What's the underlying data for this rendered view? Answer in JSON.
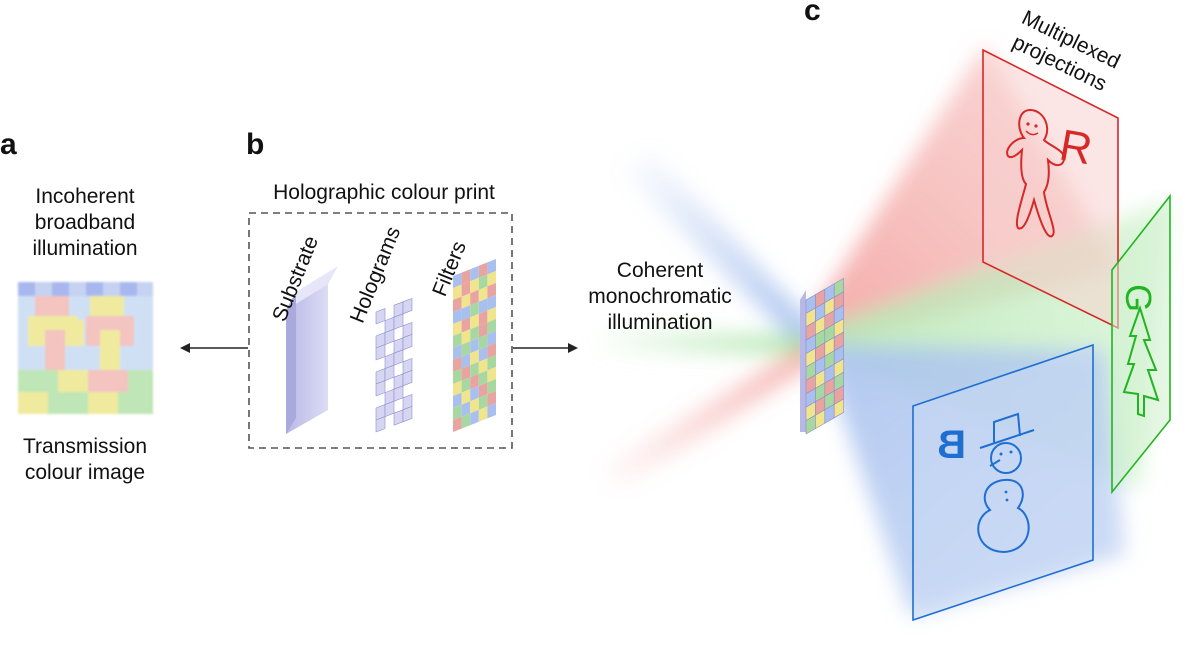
{
  "panels": {
    "a": "a",
    "b": "b",
    "c": "c"
  },
  "panel_a": {
    "top_label": [
      "Incoherent",
      "broadband",
      "illumination"
    ],
    "bottom_label": [
      "Transmission",
      "colour image"
    ]
  },
  "panel_b": {
    "title": "Holographic colour print",
    "layers": [
      "Substrate",
      "Holograms",
      "Filters"
    ]
  },
  "panel_c": {
    "illumination_label": [
      "Coherent",
      "monochromatic",
      "illumination"
    ],
    "projections_label": [
      "Multiplexed",
      "projections"
    ],
    "screens": [
      {
        "letter": "R",
        "drawing": "gingerbread-man",
        "color": "#d62828"
      },
      {
        "letter": "G",
        "drawing": "tree",
        "color": "#22b522"
      },
      {
        "letter": "B",
        "drawing": "snowman",
        "color": "#1f6fd1"
      }
    ]
  },
  "colors": {
    "red": "#e8544f",
    "green": "#5ec95b",
    "blue": "#5b8fe0",
    "yellow": "#e9e05a",
    "substrate": "#c8c8ee",
    "dash": "#555555"
  }
}
